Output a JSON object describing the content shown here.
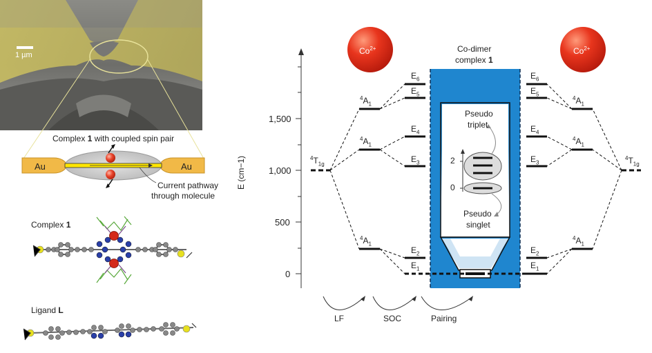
{
  "sem": {
    "scale_bar": "1 µm"
  },
  "junction": {
    "title_pre": "Complex ",
    "title_bold": "1",
    "title_post": " with coupled spin pair",
    "left_electrode": "Au",
    "right_electrode": "Au",
    "current_label_1": "Current pathway",
    "current_label_2": "through molecule"
  },
  "molecules": {
    "complex_pre": "Complex ",
    "complex_bold": "1",
    "ligand_pre": "Ligand ",
    "ligand_bold": "L"
  },
  "energy_diagram": {
    "yaxis_label": "E (cm−1)",
    "yticks": [
      "1,500",
      "1,000",
      "500",
      "0"
    ],
    "ion_label": "Co",
    "ion_charge": "2+",
    "dimer_line1": "Co-dimer",
    "dimer_line2_pre": "complex ",
    "dimer_line2_bold": "1",
    "ground_main": "4",
    "ground_T": "T",
    "ground_sub": "1g",
    "a_main": "4",
    "a_letter": "A",
    "a_sub": "1",
    "levels_left": [
      "E6",
      "E5",
      "E4",
      "E3",
      "E2",
      "E1"
    ],
    "levels_right": [
      "E6",
      "E5",
      "E4",
      "E3",
      "E2",
      "E1"
    ],
    "pseudo_triplet_1": "Pseudo",
    "pseudo_triplet_2": "triplet",
    "pseudo_singlet_1": "Pseudo",
    "pseudo_singlet_2": "singlet",
    "inset_tick_2": "2",
    "inset_tick_0": "0",
    "steps": [
      "LF",
      "SOC",
      "Pairing"
    ]
  },
  "colors": {
    "gold": "#e8b84a",
    "blue": "#1f86cf",
    "red": "#d42a1a"
  }
}
